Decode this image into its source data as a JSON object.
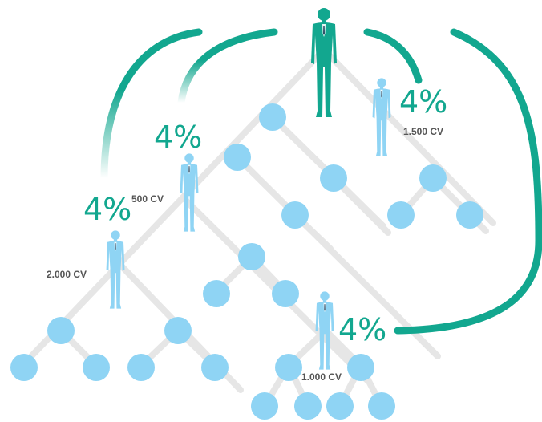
{
  "colors": {
    "primary": "#12a78f",
    "node": "#8fd4f4",
    "connector": "#e6e6e6",
    "text_dark": "#555555"
  },
  "labels": {
    "pct_1": "4%",
    "pct_2": "4%",
    "pct_3": "4%",
    "pct_4": "4%",
    "cv_1": "1.500 CV",
    "cv_2": "500 CV",
    "cv_3": "2.000 CV",
    "cv_4": "1.000 CV"
  }
}
